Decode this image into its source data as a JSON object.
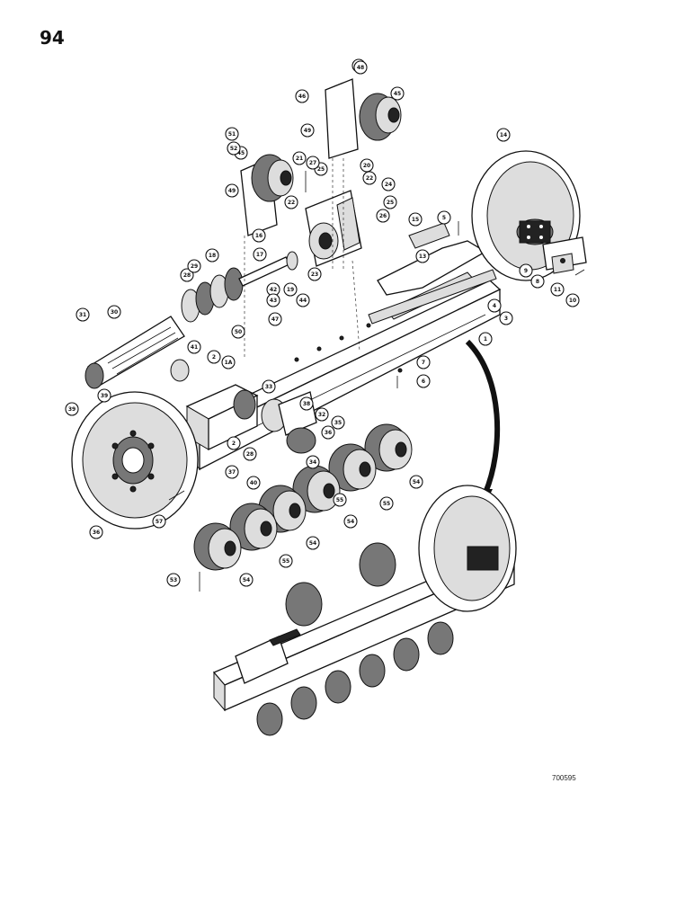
{
  "page": {
    "number": "94",
    "reference_code": "700595"
  },
  "callouts": [
    "1",
    "1A",
    "2",
    "2",
    "3",
    "4",
    "5",
    "6",
    "7",
    "8",
    "9",
    "10",
    "11",
    "13",
    "14",
    "15",
    "16",
    "17",
    "18",
    "19",
    "20",
    "21",
    "22",
    "22",
    "23",
    "24",
    "25",
    "25",
    "26",
    "27",
    "28",
    "28",
    "29",
    "30",
    "31",
    "32",
    "33",
    "34",
    "35",
    "36",
    "36",
    "37",
    "38",
    "39",
    "39",
    "40",
    "41",
    "42",
    "43",
    "44",
    "45",
    "45",
    "46",
    "47",
    "47",
    "48",
    "49",
    "49",
    "50",
    "51",
    "52",
    "53",
    "54",
    "54",
    "54",
    "54",
    "55",
    "55",
    "55",
    "57"
  ]
}
